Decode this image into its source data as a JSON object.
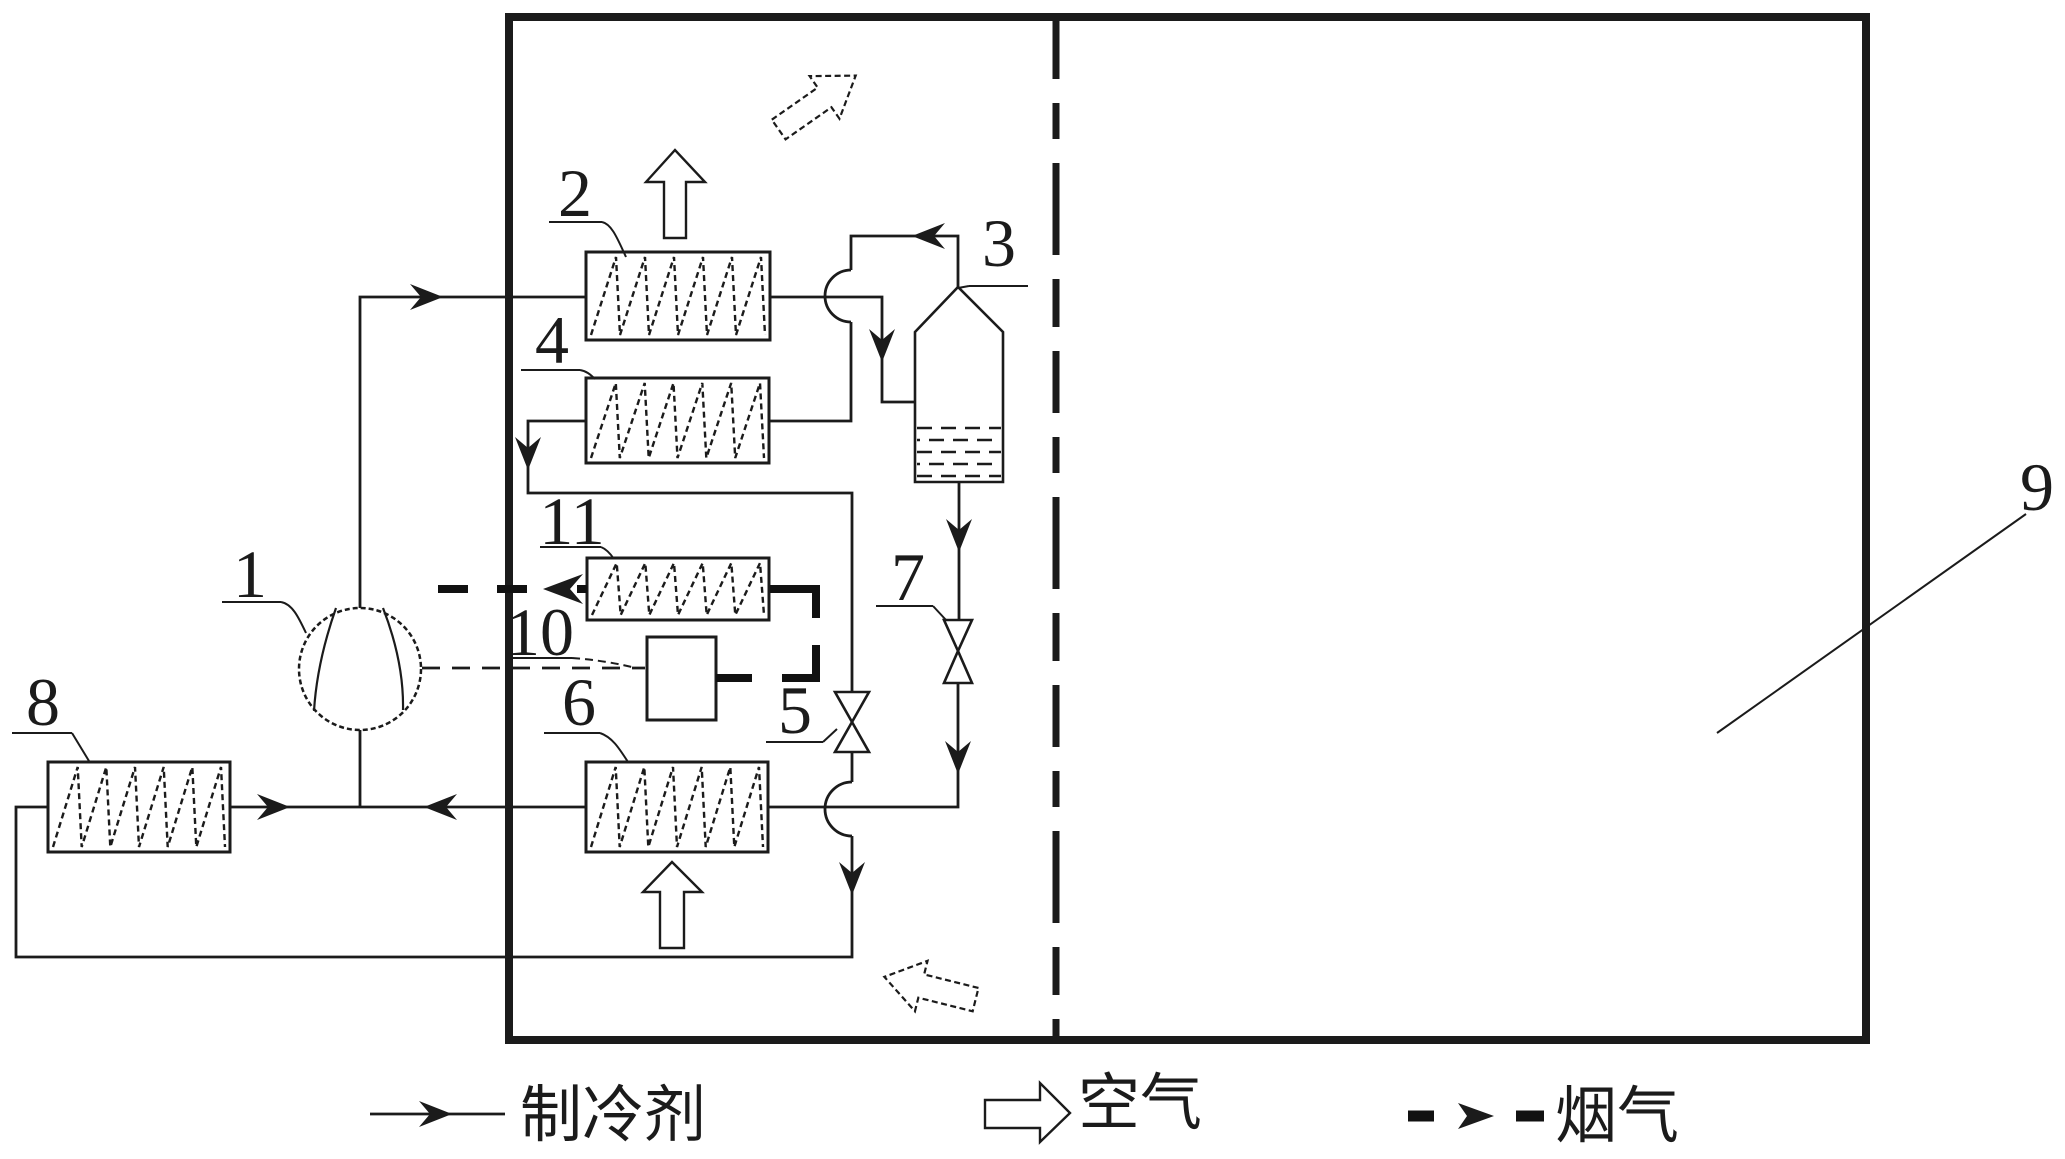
{
  "diagram": {
    "background": "#ffffff",
    "line_color": "#1b1b1b",
    "component_labels": {
      "compressor": "1",
      "condenser_hx": "2",
      "separator": "3",
      "middle_hx": "4",
      "valve_5": "5",
      "evaporator_hx": "6",
      "valve_7": "7",
      "outdoor_hx": "8",
      "enclosure": "9",
      "engine_unit": "10",
      "flue_gas_hx": "11"
    },
    "legend": [
      {
        "symbol": "solid-arrow-line",
        "label": "制冷剂"
      },
      {
        "symbol": "hollow-block-arrow",
        "label": "空气"
      },
      {
        "symbol": "thick-dashed-arrow",
        "label": "烟气"
      }
    ]
  }
}
